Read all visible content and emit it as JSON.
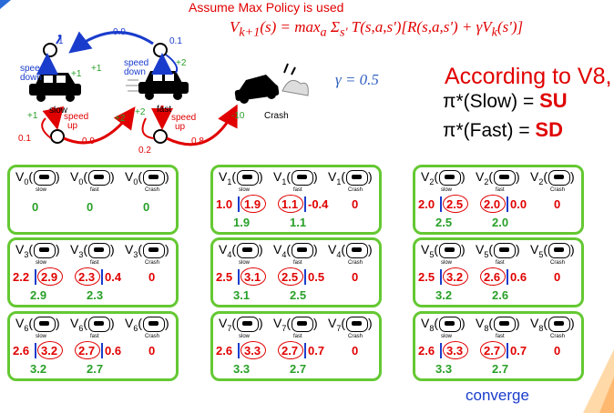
{
  "header": {
    "policy_note": "Assume Max Policy is used",
    "bellman": "V",
    "gamma": "γ = 0.5",
    "according": "According to V8,",
    "pi_slow_prefix": "π*(Slow) = ",
    "pi_slow": "SU",
    "pi_fast_prefix": "π*(Fast) = ",
    "pi_fast": "SD"
  },
  "mdp": {
    "slow_label": "slow",
    "fast_label": "fast",
    "crash_label": "Crash",
    "speed_down": "speed down",
    "speed_up": "speed up",
    "speed": "speed",
    "down": "down",
    "up": "up",
    "slow_down_prob": "1",
    "slow_down_reward": "+1",
    "slow_down_reward2": "+1",
    "fast_down_top": "0.1",
    "fast_to_slow": "0.9",
    "fast_down_reward": "+2",
    "fast_down_prob": "0.1",
    "slow_up_reward": "+1",
    "slow_up_loop": "0.1",
    "slow_up_to_fast": "0.9",
    "slow_up_reward2": "+2",
    "fast_up_reward": "+2",
    "fast_up_loop": "0.2",
    "fast_up_crash": "0.8",
    "crash_reward": "-10"
  },
  "boxes": [
    {
      "k": "0",
      "slow_a": "0",
      "fast_a": "0",
      "crash": "0",
      "slow_sd": "",
      "slow_su": "",
      "fast_sd": "",
      "fast_su": ""
    },
    {
      "k": "1",
      "slow_sd": "1.0",
      "slow_su": "1.9",
      "fast_sd": "1.1",
      "fast_su": "-0.4",
      "crash": "0",
      "slow_v": "1.9",
      "fast_v": "1.1"
    },
    {
      "k": "2",
      "slow_sd": "2.0",
      "slow_su": "2.5",
      "fast_sd": "2.0",
      "fast_su": "0.0",
      "crash": "0",
      "slow_v": "2.5",
      "fast_v": "2.0"
    },
    {
      "k": "3",
      "slow_sd": "2.2",
      "slow_su": "2.9",
      "fast_sd": "2.3",
      "fast_su": "0.4",
      "crash": "0",
      "slow_v": "2.9",
      "fast_v": "2.3"
    },
    {
      "k": "4",
      "slow_sd": "2.5",
      "slow_su": "3.1",
      "fast_sd": "2.5",
      "fast_su": "0.5",
      "crash": "0",
      "slow_v": "3.1",
      "fast_v": "2.5"
    },
    {
      "k": "5",
      "slow_sd": "2.5",
      "slow_su": "3.2",
      "fast_sd": "2.6",
      "fast_su": "0.6",
      "crash": "0",
      "slow_v": "3.2",
      "fast_v": "2.6"
    },
    {
      "k": "6",
      "slow_sd": "2.6",
      "slow_su": "3.2",
      "fast_sd": "2.7",
      "fast_su": "0.6",
      "crash": "0",
      "slow_v": "3.2",
      "fast_v": "2.7"
    },
    {
      "k": "7",
      "slow_sd": "2.6",
      "slow_su": "3.3",
      "fast_sd": "2.7",
      "fast_su": "0.7",
      "crash": "0",
      "slow_v": "3.3",
      "fast_v": "2.7"
    },
    {
      "k": "8",
      "slow_sd": "2.6",
      "slow_su": "3.3",
      "fast_sd": "2.7",
      "fast_su": "0.7",
      "crash": "0",
      "slow_v": "3.3",
      "fast_v": "2.7"
    }
  ],
  "sub_labels": {
    "slow": "slow",
    "fast": "fast",
    "crash": "Crash"
  },
  "footer": {
    "converge": "converge"
  },
  "colors": {
    "red": "#e00000",
    "green": "#28a028",
    "blue": "#1a3ccc",
    "box_border": "#64c832"
  }
}
